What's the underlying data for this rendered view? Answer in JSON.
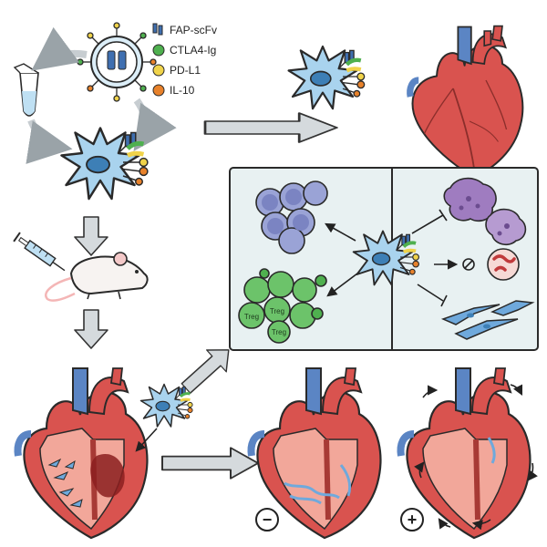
{
  "legend": {
    "items": [
      {
        "label": "FAP-scFv",
        "color": "#3f6fb0",
        "icon": "fap-scfv-antibody-icon"
      },
      {
        "label": "CTLA4-Ig",
        "color": "#4fb04f",
        "icon": "green-dot-icon"
      },
      {
        "label": "PD-L1",
        "color": "#f0d34a",
        "icon": "yellow-dot-icon"
      },
      {
        "label": "IL-10",
        "color": "#e8822b",
        "icon": "orange-dot-icon"
      }
    ]
  },
  "treg_label": "Treg",
  "outcome_signs": {
    "minus": "−",
    "plus": "+"
  },
  "colors": {
    "cell_blue": "#a9d3ee",
    "cell_blue_dark": "#3d7fb6",
    "heart_red": "#d9534f",
    "heart_inner": "#f2a79a",
    "vessel_blue": "#5b85c4",
    "arrow_gray": "#c7cdd1",
    "panel_bg": "#e8f1f2",
    "fibrosis_blue": "#6fa9dc",
    "infarct": "#8b1e1e"
  }
}
